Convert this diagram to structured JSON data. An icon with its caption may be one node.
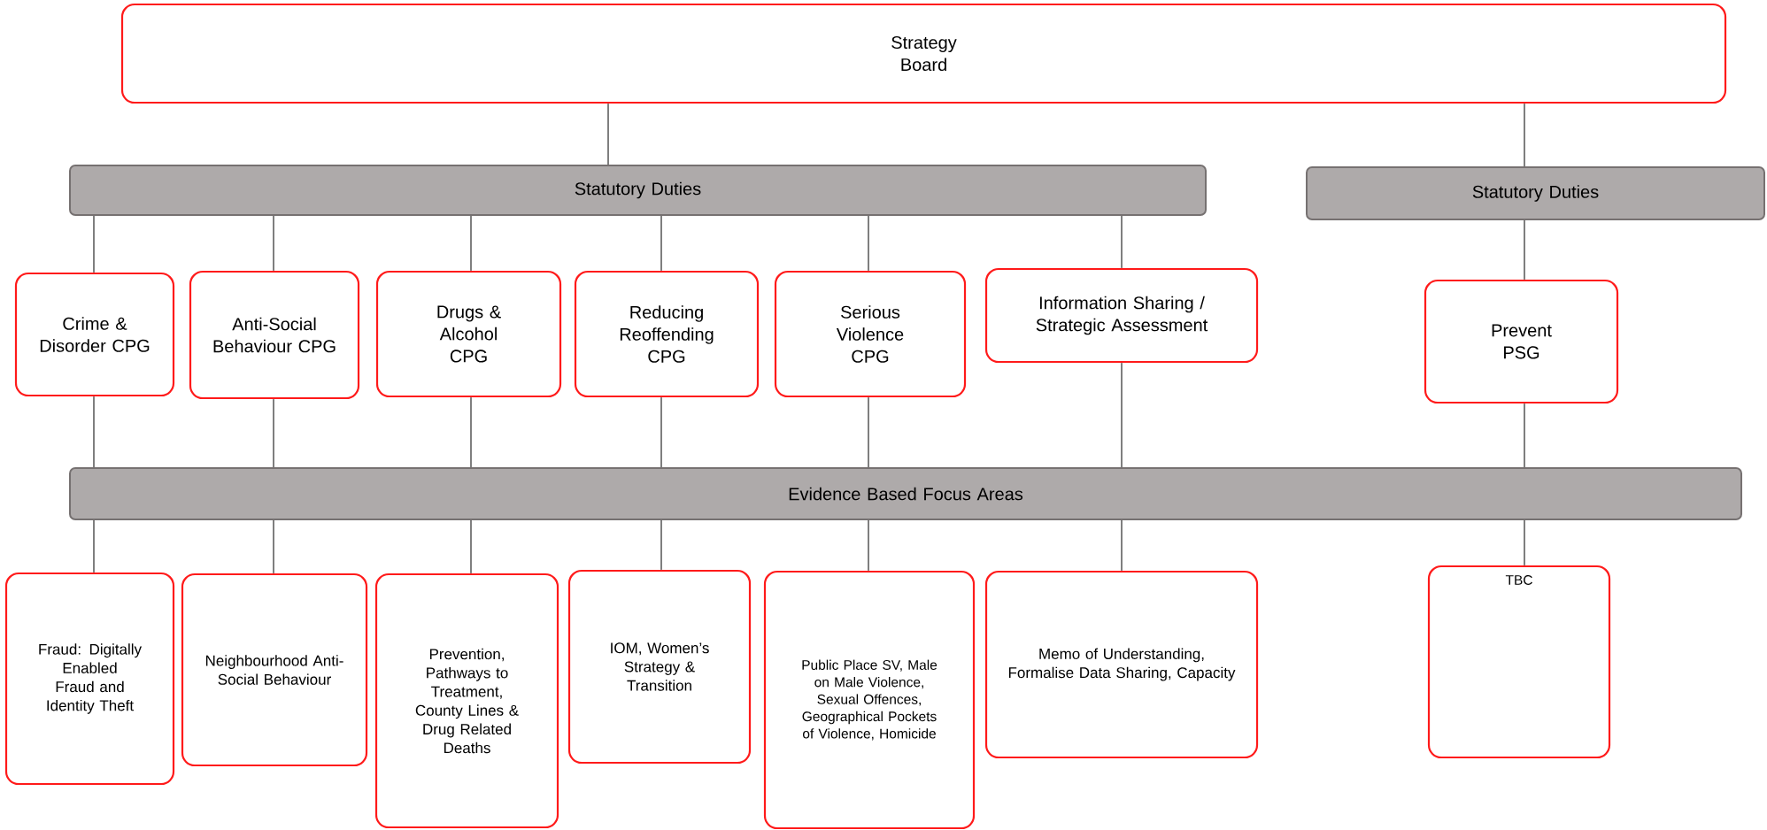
{
  "diagram": {
    "nodes": [
      {
        "text": [
          "Strategy Board"
        ]
      },
      {
        "text": [
          "Statutory Duties"
        ]
      },
      {
        "text": [
          "Statutory Duties"
        ]
      },
      {
        "text": [
          "Crime & Disorder CPG"
        ]
      },
      {
        "text": [
          "Anti-Social Behaviour CPG"
        ]
      },
      {
        "text": [
          "Drugs & Alcohol CPG"
        ]
      },
      {
        "text": [
          "Reducing Reoffending CPG"
        ]
      },
      {
        "text": [
          "Serious Violence CPG"
        ]
      },
      {
        "text": [
          "Information Sharing / Strategic Assessment"
        ]
      },
      {
        "text": [
          "Prevent PSG"
        ]
      },
      {
        "text": [
          "Evidence Based Focus Areas"
        ]
      },
      {
        "text": [
          "Fraud: Digitally Enabled Fraud and Identity Theft"
        ]
      },
      {
        "text": [
          "Neighbourhood Anti-Social Behaviour"
        ]
      },
      {
        "text": [
          "Prevention, Pathways to Treatment, County Lines & Drug Related Deaths"
        ]
      },
      {
        "text": [
          "IOM, Women’s Strategy & Transition"
        ]
      },
      {
        "text": [
          "Public Place SV, Male on Male Violence, Sexual Offences, Geographical Pockets of Violence, Homicide"
        ]
      },
      {
        "text": [
          "Memo of Understanding, Formalise Data Sharing, Capacity"
        ]
      },
      {
        "text": [
          "TBC"
        ]
      }
    ],
    "edges": [
      {
        "from": 0,
        "to": 1,
        "arrow": "none"
      },
      {
        "from": 0,
        "to": 2,
        "arrow": "none"
      },
      {
        "from": 1,
        "to": 3,
        "arrow": "none"
      },
      {
        "from": 1,
        "to": 4,
        "arrow": "none"
      },
      {
        "from": 1,
        "to": 5,
        "arrow": "none"
      },
      {
        "from": 1,
        "to": 6,
        "arrow": "none"
      },
      {
        "from": 1,
        "to": 7,
        "arrow": "none"
      },
      {
        "from": 1,
        "to": 8,
        "arrow": "none"
      },
      {
        "from": 2,
        "to": 9,
        "arrow": "none"
      },
      {
        "from": 3,
        "to": 10,
        "arrow": "none"
      },
      {
        "from": 4,
        "to": 10,
        "arrow": "none"
      },
      {
        "from": 5,
        "to": 10,
        "arrow": "none"
      },
      {
        "from": 6,
        "to": 10,
        "arrow": "none"
      },
      {
        "from": 7,
        "to": 10,
        "arrow": "none"
      },
      {
        "from": 8,
        "to": 10,
        "arrow": "none"
      },
      {
        "from": 9,
        "to": 10,
        "arrow": "none"
      },
      {
        "from": 10,
        "to": 11,
        "arrow": "none"
      },
      {
        "from": 10,
        "to": 12,
        "arrow": "none"
      },
      {
        "from": 10,
        "to": 13,
        "arrow": "none"
      },
      {
        "from": 10,
        "to": 14,
        "arrow": "none"
      },
      {
        "from": 10,
        "to": 15,
        "arrow": "none"
      },
      {
        "from": 10,
        "to": 16,
        "arrow": "none"
      },
      {
        "from": 10,
        "to": 17,
        "arrow": "none"
      }
    ]
  }
}
